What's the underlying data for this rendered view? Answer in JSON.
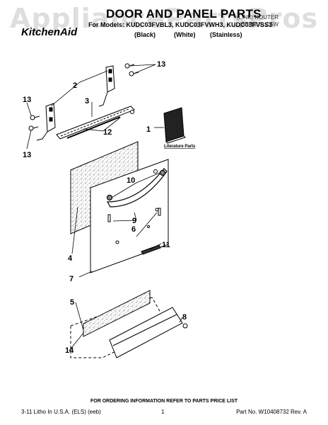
{
  "watermark": "AppliancePartsPros",
  "title": "DOOR AND PANEL PARTS",
  "brand": "KitchenAid",
  "models_line": "For Models: KUDC03FVBL3, KUDC03FVWH3, KUDC03FVSS3",
  "colors": [
    "(Black)",
    "(White)",
    "(Stainless)"
  ],
  "corner_note": [
    "(LINE) ROUTER",
    "(SERIES) CSW"
  ],
  "literature_label": "Literature Parts",
  "callouts": [
    "1",
    "2",
    "3",
    "4",
    "5",
    "6",
    "7",
    "8",
    "9",
    "10",
    "11",
    "12",
    "13",
    "13",
    "13",
    "14"
  ],
  "footer": {
    "center": "FOR ORDERING INFORMATION REFER TO PARTS PRICE LIST",
    "left": "3-11 Litho In U.S.A. (ELS) (eeb)",
    "page": "1",
    "right": "Part No. W10408732 Rev. A"
  }
}
